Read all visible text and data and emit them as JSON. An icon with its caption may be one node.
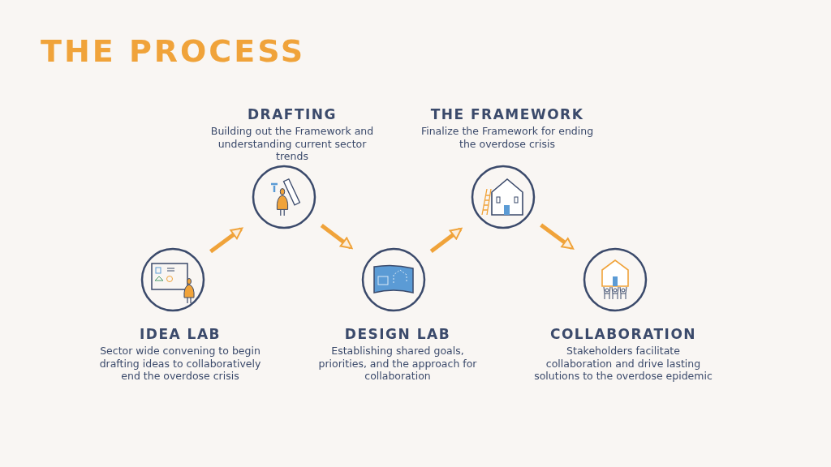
{
  "diagram": {
    "title": "THE PROCESS",
    "nodes": [
      {
        "text": [
          "IDEA LAB",
          "Sector wide convening to begin drafting ideas to collaboratively end the overdose crisis"
        ]
      },
      {
        "text": [
          "DRAFTING",
          "Building out the Framework and understanding current sector trends"
        ]
      },
      {
        "text": [
          "DESIGN LAB",
          "Establishing shared goals, priorities, and the approach for collaboration"
        ]
      },
      {
        "text": [
          "THE FRAMEWORK",
          "Finalize the Framework for ending the overdose crisis"
        ]
      },
      {
        "text": [
          "COLLABORATION",
          "Stakeholders facilitate collaboration and drive lasting solutions to the overdose epidemic"
        ]
      }
    ],
    "edges": [
      {
        "from": 0,
        "to": 1,
        "arrow": "to"
      },
      {
        "from": 1,
        "to": 2,
        "arrow": "to"
      },
      {
        "from": 2,
        "to": 3,
        "arrow": "to"
      },
      {
        "from": 3,
        "to": 4,
        "arrow": "to"
      }
    ]
  }
}
